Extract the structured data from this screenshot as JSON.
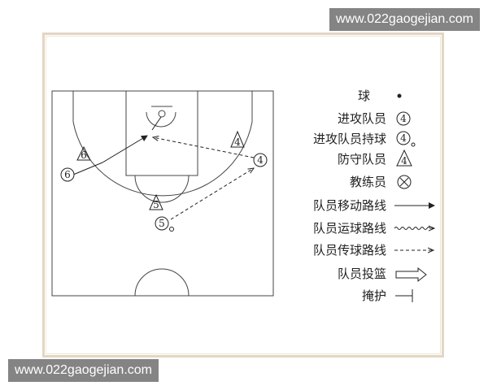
{
  "watermark_top": "www.022gaogejian.com",
  "watermark_bottom": "www.022gaogejian.com",
  "players": {
    "offense_6": "6",
    "defense_6": "6",
    "offense_5": "5",
    "defense_5": "5",
    "offense_4": "4",
    "defense_4": "4"
  },
  "legend": {
    "ball": "球",
    "attacker": "进攻队员",
    "attacker_symbol": "4",
    "attacker_with_ball": "进攻队员持球",
    "attacker_with_ball_symbol": "4",
    "defender": "防守队员",
    "defender_symbol": "4",
    "coach": "教练员",
    "player_move": "队员移动路线",
    "player_dribble": "队员运球路线",
    "player_pass": "队员传球路线",
    "player_shot": "队员投篮",
    "screen": "掩护"
  },
  "colors": {
    "line": "#222222",
    "frame": "#e3d6c3",
    "watermark_bg": "#6e6e6e"
  }
}
